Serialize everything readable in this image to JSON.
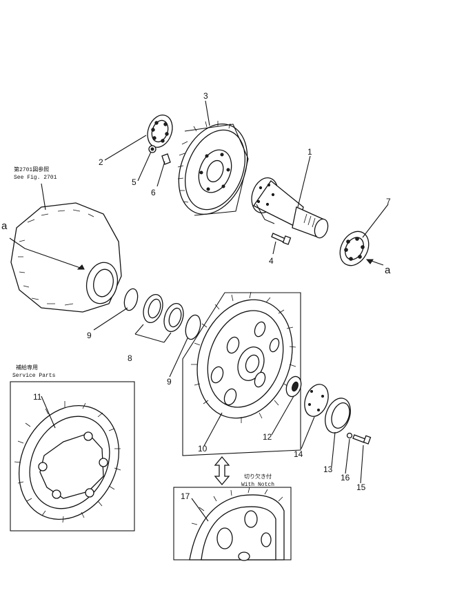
{
  "callouts": {
    "p1": "1",
    "p2": "2",
    "p3": "3",
    "p4": "4",
    "p5": "5",
    "p6": "6",
    "p7": "7",
    "p8": "8",
    "p9a": "9",
    "p9b": "9",
    "p10": "10",
    "p11": "11",
    "p12": "12",
    "p13": "13",
    "p14": "14",
    "p15": "15",
    "p16": "16",
    "p17": "17"
  },
  "connectors": {
    "a_left": "a",
    "a_right": "a"
  },
  "labels": {
    "see_fig_jp": "第2701図参照",
    "see_fig_en": "See Fig. 2701",
    "service_parts_jp": "補給専用",
    "service_parts_en": "Service Parts",
    "with_notch_jp": "切り欠き付",
    "with_notch_en": "With Notch"
  },
  "icons": [
    "bevel-gear-icon",
    "bearing-icon",
    "shaft-icon",
    "sprocket-icon",
    "housing-icon",
    "bolt-icon",
    "double-arrow-icon"
  ]
}
